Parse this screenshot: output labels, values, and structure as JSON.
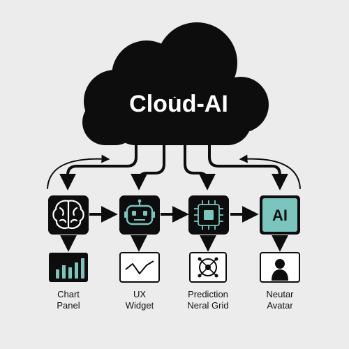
{
  "cloud": {
    "title": "Cloud-AI"
  },
  "top_nodes": [
    {
      "id": "brain",
      "icon": "brain-icon"
    },
    {
      "id": "robot",
      "icon": "robot-icon"
    },
    {
      "id": "chip",
      "icon": "circuit-chip-icon"
    },
    {
      "id": "ai",
      "icon": "ai-badge-icon",
      "text": "AI"
    }
  ],
  "bottom_nodes": [
    {
      "icon": "bar-chart-icon",
      "label_line1": "Chart",
      "label_line2": "Panel"
    },
    {
      "icon": "zigzag-line-icon",
      "label_line1": "UX",
      "label_line2": "Widget"
    },
    {
      "icon": "network-node-icon",
      "label_line1": "Prediction",
      "label_line2": "Neral Grid"
    },
    {
      "icon": "person-silhouette-icon",
      "label_line1": "Neutar",
      "label_line2": "Avatar"
    }
  ],
  "colors": {
    "background": "#ececec",
    "ink": "#0d0d0d",
    "accent_teal": "#7cc4be",
    "white": "#ffffff"
  }
}
